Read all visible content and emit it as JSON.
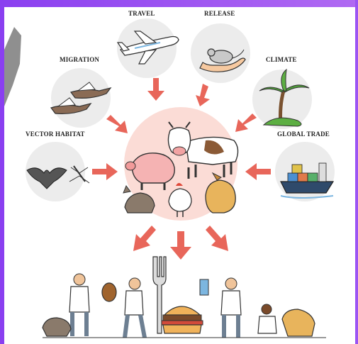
{
  "labels": {
    "travel": "TRAVEL",
    "release": "RELEASE",
    "migration": "MIGRATION",
    "climate": "CLIMATE",
    "vector_habitat": "VECTOR HABITAT",
    "global_trade": "GLOBAL TRADE"
  },
  "colors": {
    "frame": "#8a3ff0",
    "arrow": "#e8665a",
    "center_circle": "#fbdcd6",
    "factor_circle": "#ececec"
  }
}
